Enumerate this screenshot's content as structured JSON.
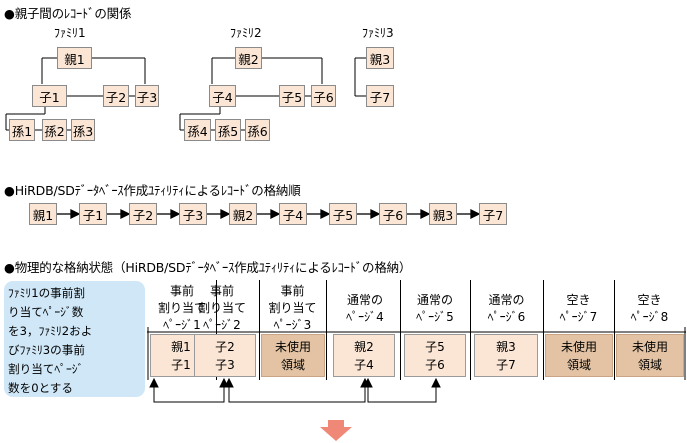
{
  "section1": {
    "title": "●親子間のﾚｺｰﾄﾞの関係"
  },
  "families": [
    {
      "label": "ﾌｧﾐﾘ1",
      "parent": "親1",
      "children": [
        "子1",
        "子2",
        "子3"
      ],
      "grandchildren": [
        "孫1",
        "孫2",
        "孫3"
      ]
    },
    {
      "label": "ﾌｧﾐﾘ2",
      "parent": "親2",
      "children": [
        "子4",
        "子5",
        "子6"
      ],
      "grandchildren": [
        "孫4",
        "孫5",
        "孫6"
      ]
    },
    {
      "label": "ﾌｧﾐﾘ3",
      "parent": "親3",
      "children": [
        "子7"
      ]
    }
  ],
  "section2": {
    "title": "●HiRDB/SDﾃﾞｰﾀﾍﾞｰｽ作成ﾕﾃｨﾘﾃｨによるﾚｺｰﾄﾞの格納順",
    "order": [
      "親1",
      "子1",
      "子2",
      "子3",
      "親2",
      "子4",
      "子5",
      "子6",
      "親3",
      "子7"
    ]
  },
  "section3": {
    "title": "●物理的な格納状態（HiRDB/SDﾃﾞｰﾀﾍﾞｰｽ作成ﾕﾃｨﾘﾃｨによるﾚｺｰﾄﾞの格納）",
    "note": [
      "ﾌｧﾐﾘ1の事前割",
      "り当てﾍﾟｰｼﾞ数",
      "を3，ﾌｧﾐﾘ2およ",
      "びﾌｧﾐﾘ3の事前",
      "割り当てﾍﾟｰｼﾞ",
      "数を0とする"
    ],
    "pages": [
      {
        "label": [
          "事前",
          "割り当て",
          "ﾍﾟｰｼﾞ1"
        ],
        "content": [
          "親1",
          "子1"
        ],
        "free": false
      },
      {
        "label": [
          "事前",
          "割り当て",
          "ﾍﾟｰｼﾞ2"
        ],
        "content": [
          "子2",
          "子3"
        ],
        "free": false
      },
      {
        "label": [
          "事前",
          "割り当て",
          "ﾍﾟｰｼﾞ3"
        ],
        "content": [
          "未使用",
          "領域"
        ],
        "free": true
      },
      {
        "label": [
          "通常の",
          "ﾍﾟｰｼﾞ4"
        ],
        "content": [
          "親2",
          "子4"
        ],
        "free": false
      },
      {
        "label": [
          "通常の",
          "ﾍﾟｰｼﾞ5"
        ],
        "content": [
          "子5",
          "子6"
        ],
        "free": false
      },
      {
        "label": [
          "通常の",
          "ﾍﾟｰｼﾞ6"
        ],
        "content": [
          "親3",
          "子7"
        ],
        "free": false
      },
      {
        "label": [
          "空き",
          "ﾍﾟｰｼﾞ7"
        ],
        "content": [
          "未使用",
          "領域"
        ],
        "free": true
      },
      {
        "label": [
          "空き",
          "ﾍﾟｰｼﾞ8"
        ],
        "content": [
          "未使用",
          "領域"
        ],
        "free": true
      }
    ]
  },
  "colors": {
    "record_fill": "#fbe6d5",
    "free_fill": "#e3c3a3",
    "note_fill": "#cfe7f7",
    "down_arrow": "#f08878"
  }
}
